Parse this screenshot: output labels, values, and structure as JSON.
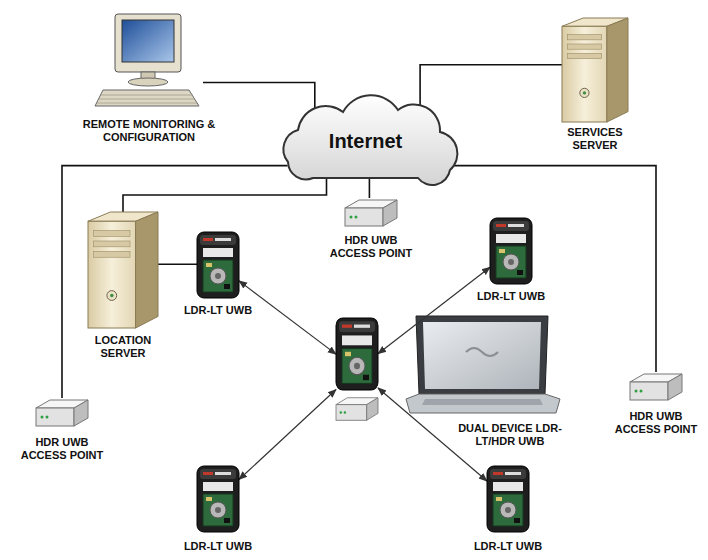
{
  "diagram": {
    "nodes": [
      {
        "text": [
          "Internet"
        ]
      },
      {
        "text": [
          "REMOTE MONITORING & CONFIGURATION"
        ]
      },
      {
        "text": [
          "SERVICES SERVER"
        ]
      },
      {
        "text": [
          "HDR UWB ACCESS POINT"
        ]
      },
      {
        "text": [
          "LOCATION SERVER"
        ]
      },
      {
        "text": [
          "LDR-LT UWB"
        ]
      },
      {
        "text": [
          "LDR-LT UWB"
        ]
      },
      {
        "text": [
          "DUAL DEVICE LDR-LT/HDR UWB"
        ]
      },
      {
        "text": [
          "HDR UWB ACCESS POINT"
        ]
      },
      {
        "text": [
          "HDR UWB ACCESS POINT"
        ]
      },
      {
        "text": [
          "LDR-LT UWB"
        ]
      },
      {
        "text": [
          "LDR-LT UWB"
        ]
      }
    ],
    "edges": [
      {
        "from": 0,
        "to": 1,
        "arrow": "none"
      },
      {
        "from": 0,
        "to": 2,
        "arrow": "none"
      },
      {
        "from": 0,
        "to": 3,
        "arrow": "none"
      },
      {
        "from": 0,
        "to": 4,
        "arrow": "none"
      },
      {
        "from": 0,
        "to": 8,
        "arrow": "none"
      },
      {
        "from": 0,
        "to": 9,
        "arrow": "none"
      },
      {
        "from": 4,
        "to": 5,
        "arrow": "none"
      },
      {
        "from": 7,
        "to": 5,
        "arrow": "both"
      },
      {
        "from": 7,
        "to": 6,
        "arrow": "both"
      },
      {
        "from": 7,
        "to": 10,
        "arrow": "both"
      },
      {
        "from": 7,
        "to": 11,
        "arrow": "both"
      }
    ]
  }
}
